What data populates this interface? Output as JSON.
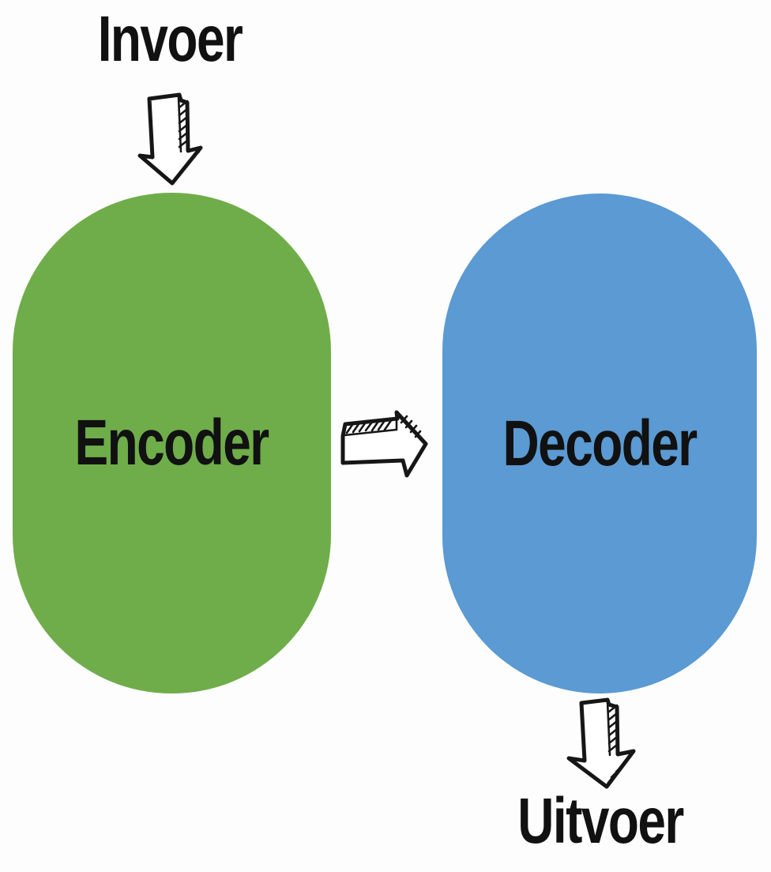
{
  "diagram": {
    "background": "#fdfdfd",
    "ink_color": "#161616",
    "text_color": "#111111",
    "input_label": "Invoer",
    "output_label": "Uitvoer",
    "nodes": [
      {
        "id": "encoder",
        "label": "Encoder",
        "color": "#6fad4a",
        "shape": "capsule"
      },
      {
        "id": "decoder",
        "label": "Decoder",
        "color": "#5b9ad3",
        "shape": "capsule"
      }
    ],
    "arrows": [
      {
        "name": "input-arrow",
        "direction": "down",
        "from": "Invoer",
        "to": "Encoder"
      },
      {
        "name": "encoder-to-decoder-arrow",
        "direction": "right",
        "from": "Encoder",
        "to": "Decoder"
      },
      {
        "name": "output-arrow",
        "direction": "down",
        "from": "Decoder",
        "to": "Uitvoer"
      }
    ]
  }
}
